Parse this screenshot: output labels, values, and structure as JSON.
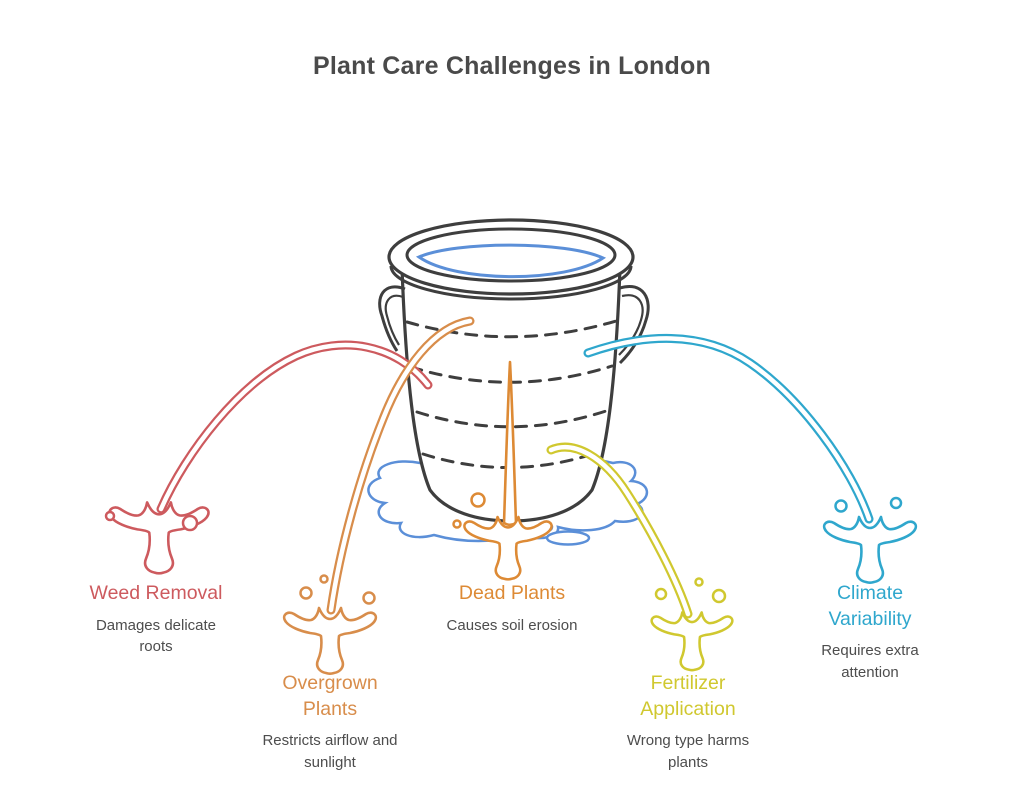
{
  "title": "Plant Care Challenges in London",
  "illustration": {
    "name": "leaking-bucket-with-splashes",
    "outline_color": "#3e3e3e",
    "water_color": "#5b8fd8",
    "background_color": "#ffffff",
    "title_color": "#4a4a4a",
    "description_color": "#4d4d4d"
  },
  "challenges": [
    {
      "id": "weed-removal",
      "label": "Weed Removal",
      "description": "Damages delicate roots",
      "color": "#cd5a5e"
    },
    {
      "id": "overgrown-plants",
      "label": "Overgrown Plants",
      "description": "Restricts airflow and sunlight",
      "color": "#d88d4b"
    },
    {
      "id": "dead-plants",
      "label": "Dead Plants",
      "description": "Causes soil erosion",
      "color": "#dd8a35"
    },
    {
      "id": "fertilizer-application",
      "label": "Fertilizer Application",
      "description": "Wrong type harms plants",
      "color": "#d0c82f"
    },
    {
      "id": "climate-variability",
      "label": "Climate Variability",
      "description": "Requires extra attention",
      "color": "#2fa7cd"
    }
  ]
}
